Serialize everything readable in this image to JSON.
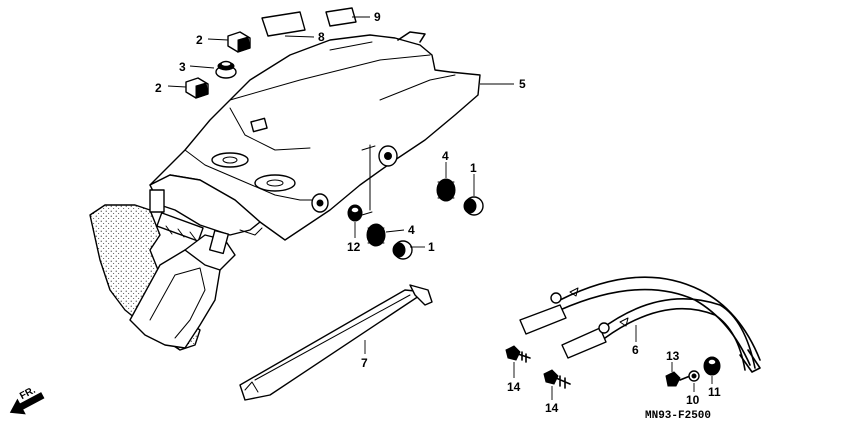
{
  "diagram_code": "MN93-F2500",
  "direction_label": "FR.",
  "callouts": [
    {
      "id": "c2a",
      "label": "2"
    },
    {
      "id": "c2b",
      "label": "2"
    },
    {
      "id": "c3",
      "label": "3"
    },
    {
      "id": "c8",
      "label": "8"
    },
    {
      "id": "c9",
      "label": "9"
    },
    {
      "id": "c5",
      "label": "5"
    },
    {
      "id": "c4a",
      "label": "4"
    },
    {
      "id": "c1a",
      "label": "1"
    },
    {
      "id": "c4b",
      "label": "4"
    },
    {
      "id": "c1b",
      "label": "1"
    },
    {
      "id": "c12",
      "label": "12"
    },
    {
      "id": "c7",
      "label": "7"
    },
    {
      "id": "c6",
      "label": "6"
    },
    {
      "id": "c13",
      "label": "13"
    },
    {
      "id": "c10",
      "label": "10"
    },
    {
      "id": "c11",
      "label": "11"
    },
    {
      "id": "c14a",
      "label": "14"
    },
    {
      "id": "c14b",
      "label": "14"
    }
  ],
  "icons": [
    "front-direction-arrow-icon"
  ]
}
